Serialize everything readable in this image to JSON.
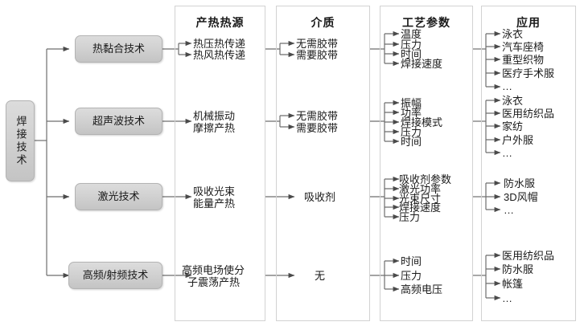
{
  "diagram": {
    "root": {
      "label": "焊接技术"
    },
    "columns": [
      {
        "id": "heat-source",
        "title": "产热热源"
      },
      {
        "id": "medium",
        "title": "介质"
      },
      {
        "id": "process-parameters",
        "title": "工艺参数"
      },
      {
        "id": "applications",
        "title": "应用"
      }
    ],
    "rows": [
      {
        "id": "thermal-bonding",
        "technology": "热黏合技术",
        "heat_source": [
          "热压热传递",
          "热风热传递"
        ],
        "medium": [
          "无需胶带",
          "需要胶带"
        ],
        "parameters": [
          "温度",
          "压力",
          "时间",
          "焊接速度"
        ],
        "applications": [
          "泳衣",
          "汽车座椅",
          "重型织物",
          "医疗手术服",
          "…"
        ]
      },
      {
        "id": "ultrasonic",
        "technology": "超声波技术",
        "heat_source": [
          "机械振动",
          "摩擦产热"
        ],
        "medium": [
          "无需胶带",
          "需要胶带"
        ],
        "parameters": [
          "振幅",
          "功率",
          "焊接模式",
          "压力",
          "时间"
        ],
        "applications": [
          "泳衣",
          "医用纺织品",
          "家纺",
          "户外服",
          "…"
        ]
      },
      {
        "id": "laser",
        "technology": "激光技术",
        "heat_source": [
          "吸收光束",
          "能量产热"
        ],
        "medium": [
          "吸收剂"
        ],
        "parameters": [
          "吸收剂参数",
          "激光功率",
          "光束尺寸",
          "焊接速度",
          "压力"
        ],
        "applications": [
          "防水服",
          "3D风帽",
          "…"
        ]
      },
      {
        "id": "high-frequency",
        "technology": "高频/射频技术",
        "heat_source": [
          "高频电场使分",
          "子震荡产热"
        ],
        "medium": [
          "无"
        ],
        "parameters": [
          "时间",
          "压力",
          "高频电压"
        ],
        "applications": [
          "医用纺织品",
          "防水服",
          "帐篷",
          "…"
        ]
      }
    ],
    "colors": {
      "box_fill": "#d2d2d2",
      "box_border": "#b3b3b3",
      "panel_border": "#d2d2d2",
      "connector": "#595959",
      "text": "#1a1a1a"
    }
  }
}
